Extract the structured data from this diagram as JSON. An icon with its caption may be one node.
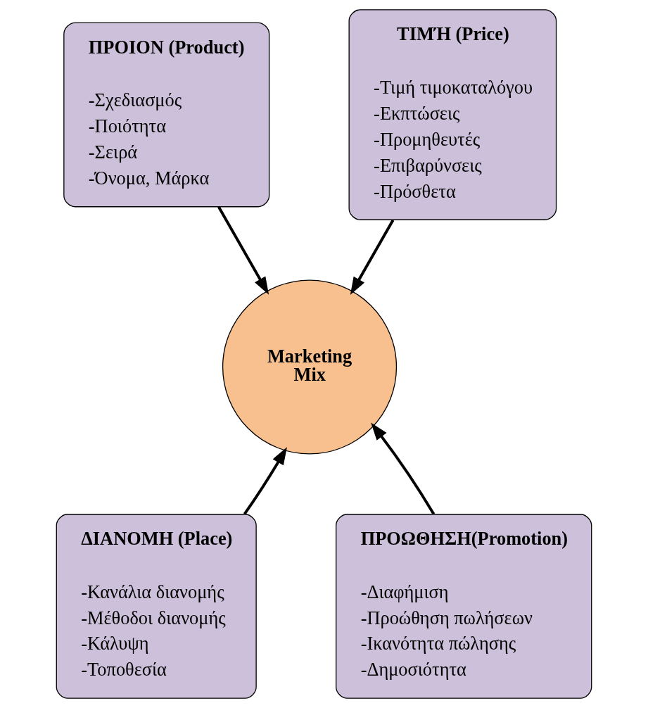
{
  "diagram": {
    "nodes": [
      {
        "text": [
          "ΠΡΟΙΟΝ (Product)",
          "-Σχεδιασμός",
          "-Ποιότητα",
          "-Σειρά",
          "-Όνομα, Μάρκα"
        ]
      },
      {
        "text": [
          "ΤΙΜΉ (Price)",
          "-Τιμή τιμοκαταλόγου",
          "-Εκπτώσεις",
          "-Προμηθευτές",
          "-Επιβαρύνσεις",
          "-Πρόσθετα"
        ]
      },
      {
        "text": [
          "Marketing Mix"
        ]
      },
      {
        "text": [
          "ΔΙΑΝΟΜΗ (Place)",
          "-Κανάλια διανομής",
          "-Μέθοδοι διανομής",
          "-Κάλυψη",
          "-Τοποθεσία"
        ]
      },
      {
        "text": [
          "ΠΡΟΩΘΗΣΗ(Promotion)",
          "-Διαφήμιση",
          "-Προώθηση πωλήσεων",
          "-Ικανότητα πώλησης",
          "-Δημοσιότητα"
        ]
      }
    ],
    "edges": [
      {
        "from": 0,
        "to": 2,
        "arrow": "to"
      },
      {
        "from": 1,
        "to": 2,
        "arrow": "to"
      },
      {
        "from": 3,
        "to": 2,
        "arrow": "to"
      },
      {
        "from": 4,
        "to": 2,
        "arrow": "to"
      }
    ]
  }
}
